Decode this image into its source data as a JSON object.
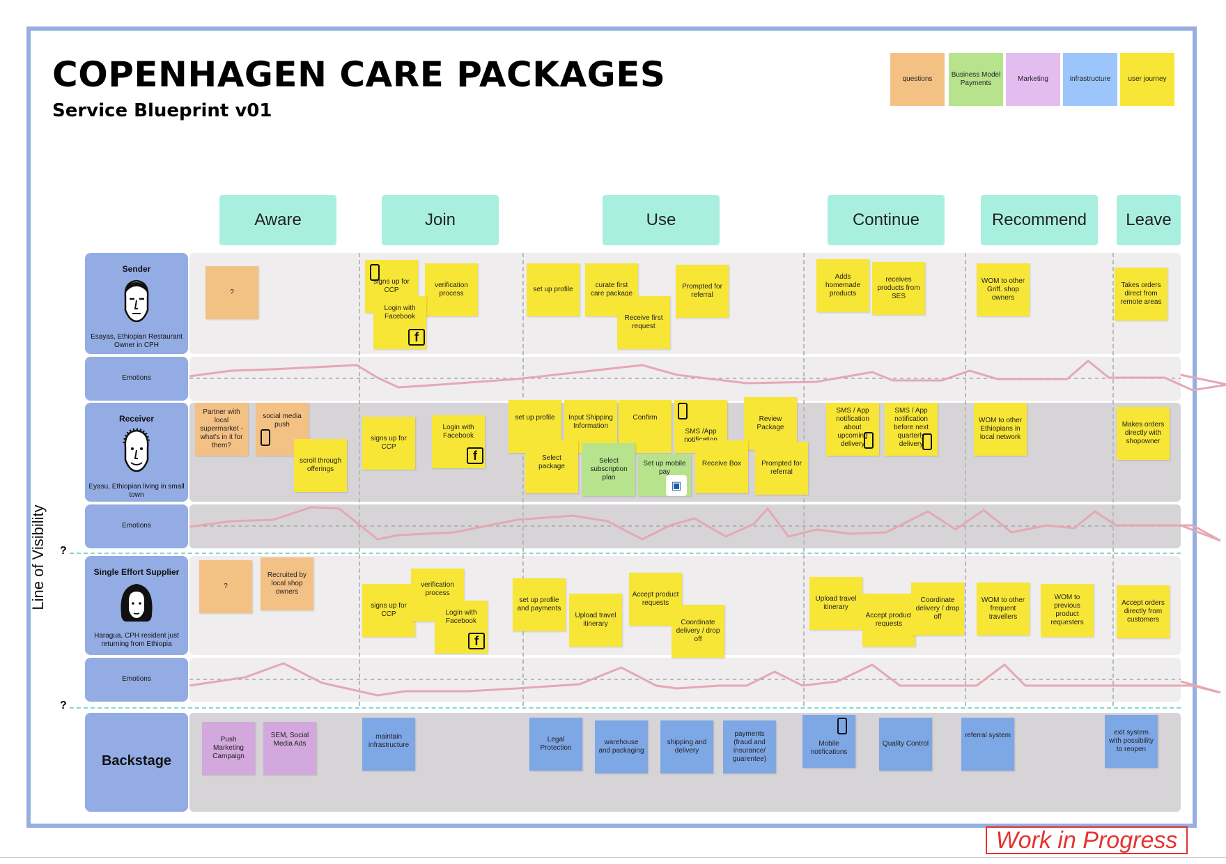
{
  "header": {
    "title": "COPENHAGEN CARE PACKAGES",
    "subtitle": "Service Blueprint v01"
  },
  "legend": [
    {
      "label": "questions",
      "color": "#f4c185"
    },
    {
      "label": "Business Model Payments",
      "color": "#b7e38d"
    },
    {
      "label": "Marketing",
      "color": "#e3bdf0"
    },
    {
      "label": "infrastructure",
      "color": "#9cc6fb"
    },
    {
      "label": "user journey",
      "color": "#f8e636"
    }
  ],
  "phases": [
    "Aware",
    "Join",
    "Use",
    "Continue",
    "Recommend",
    "Leave"
  ],
  "lanes": {
    "sender": {
      "title": "Sender",
      "persona": "Esayas, Ethiopian Restaurant Owner in CPH"
    },
    "sender_emotions": {
      "title": "Emotions"
    },
    "receiver": {
      "title": "Receiver",
      "persona": "Eyasu, Ethiopian living in small town"
    },
    "receiver_emotions": {
      "title": "Emotions"
    },
    "supplier": {
      "title": "Single Effort Supplier",
      "persona": "Haragua, CPH resident just returning from Ethiopia"
    },
    "supplier_emotions": {
      "title": "Emotions"
    },
    "backstage": {
      "title": "Backstage"
    }
  },
  "line_of_visibility": "Line of Visibility",
  "qmark": "?",
  "notes": {
    "s_q": "?",
    "s_signs": "signs up for CCP",
    "s_verif": "verification process",
    "s_login": "Login with Facebook",
    "s_setup": "set up profile",
    "s_curate": "curate first care package",
    "s_recv": "Receive first request",
    "s_prompt": "Prompted for referral",
    "s_adds": "Adds homemade products",
    "s_ses": "receives products from SES",
    "s_wom": "WOM to other Griff. shop owners",
    "s_takes": "Takes orders direct from remote areas",
    "r_partner": "Partner with local supermarket - what's in it for them?",
    "r_social": "social media push",
    "r_scroll": "scroll through offerings",
    "r_signs": "signs up for CCP",
    "r_login": "Login with Facebook",
    "r_setup": "set up profile",
    "r_input": "Input Shipping Information",
    "r_confirm": "Confirm",
    "r_sms": "SMS /App notification",
    "r_review": "Review Package",
    "r_select": "Select package",
    "r_subs": "Select subscription plan",
    "r_mobile": "Set up mobile pay",
    "r_box": "Receive Box",
    "r_prompt": "Prompted for referral",
    "r_sms2": "SMS / App notification about upcoming delivery",
    "r_sms3": "SMS / App notification before next quarterly delivery",
    "r_wom": "WOM to other Ethiopians in local network",
    "r_makes": "Makes orders directly with shopowner",
    "u_q": "?",
    "u_recruit": "Recruited by local shop owners",
    "u_signs": "signs up for CCP",
    "u_verif": "verification process",
    "u_login": "Login with Facebook",
    "u_setup": "set up profile and payments",
    "u_upload": "Upload travel itinerary",
    "u_accept": "Accept product requests",
    "u_coord": "Coordinate delivery / drop off",
    "u_upload2": "Upload travel itinerary",
    "u_accept2": "Accept product requests",
    "u_coord2": "Coordinate delivery / drop off",
    "u_wom": "WOM to other frequent travellers",
    "u_wom2": "WOM to previous product requesters",
    "u_acceptorders": "Accept orders directly from customers",
    "b_push": "Push Marketing Campaign",
    "b_sem": "SEM, Social Media Ads",
    "b_infra": "maintain infrastructure",
    "b_legal": "Legal Protection",
    "b_ware": "warehouse and packaging",
    "b_ship": "shipping and delivery",
    "b_pay": "payments (fraud and insurance/ guarentee)",
    "b_mobile": "Mobile notifications",
    "b_quality": "Quality Control",
    "b_referral": "referral system",
    "b_exit": "exit system with possibility to reopen"
  },
  "wip": "Work in Progress",
  "colors": {
    "frame": "#97aedf",
    "phase": "#a9efe0",
    "lane": "#94ace4",
    "emotion_line": "#e5a8b3",
    "visibility_line": "#7fd9d0"
  }
}
